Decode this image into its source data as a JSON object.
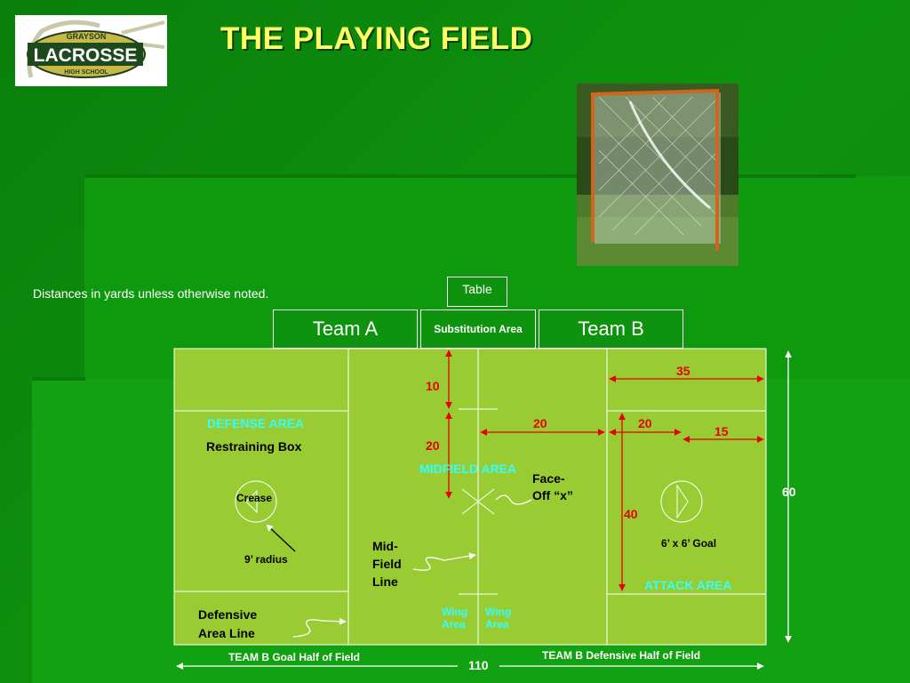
{
  "title": "THE PLAYING FIELD",
  "logo": {
    "top": "GRAYSON",
    "main": "LACROSSE",
    "bottom": "HIGH SCHOOL"
  },
  "note": "Distances in yards unless otherwise noted.",
  "boxes": {
    "table": "Table",
    "team_a": "Team A",
    "substitution": "Substitution Area",
    "team_b": "Team B"
  },
  "dimensions": {
    "d10": "10",
    "d20_top": "20",
    "d20_left": "20",
    "d20_right": "20",
    "d35": "35",
    "d15": "15",
    "d40": "40",
    "d60": "60",
    "d110": "110"
  },
  "areas": {
    "defense": "DEFENSE AREA",
    "midfield": "MIDFIELD AREA",
    "attack": "ATTACK AREA",
    "wing_left": "Wing Area",
    "wing_right": "Wing Area"
  },
  "labels": {
    "restraining_box": "Restraining Box",
    "crease": "Crease",
    "radius": "9’ radius",
    "faceoff": "Face-Off “x”",
    "midfield_line": "Mid-Field Line",
    "goal_size": "6’ x 6’ Goal",
    "defensive_line": "Defensive Area Line",
    "team_b_goal_half": "TEAM B Goal Half of Field",
    "team_b_def_half": "TEAM B Defensive Half of Field"
  },
  "colors": {
    "field": "#99cc33",
    "background": "#0e930e",
    "title": "#ffff66",
    "dimension": "#e80000",
    "area": "#33ffff"
  }
}
